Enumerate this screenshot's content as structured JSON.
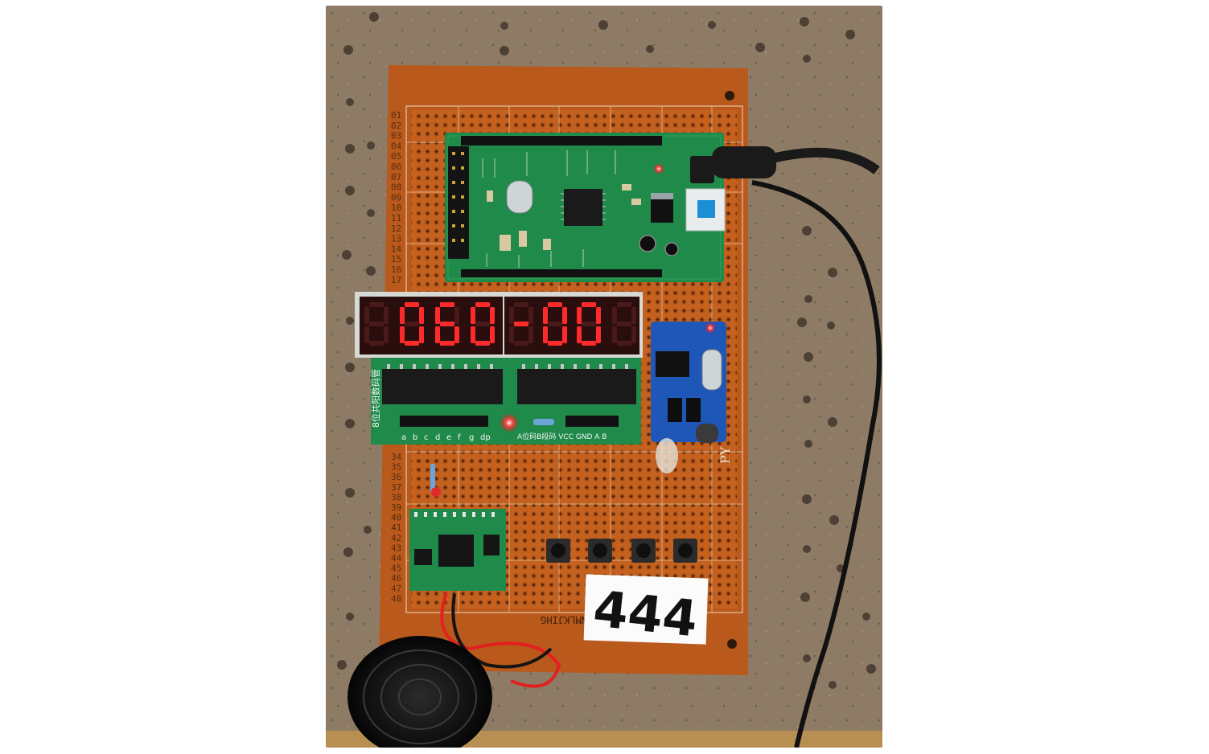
{
  "display": {
    "digits": [
      "",
      "0",
      "6",
      "0",
      "-",
      "0",
      "0",
      ""
    ],
    "on_color": "#ff2a2a",
    "off_color": "#4a1a1a"
  },
  "board": {
    "row_labels": [
      "01",
      "02",
      "03",
      "04",
      "05",
      "06",
      "07",
      "08",
      "09",
      "10",
      "11",
      "12",
      "13",
      "14",
      "15",
      "16",
      "17",
      "34",
      "35",
      "36",
      "37",
      "38",
      "39",
      "40",
      "41",
      "42",
      "43",
      "44",
      "45",
      "46",
      "47",
      "48"
    ],
    "bottom_col_labels": "DCBA  QPONMLKJIHG",
    "side_mark": "PY",
    "pin_labels": [
      "a",
      "b",
      "c",
      "d",
      "e",
      "f",
      "g",
      "dp"
    ],
    "right_pin_label": "A位码B段码 VCC GND A B",
    "display_module_label": "8位共阳数码管"
  },
  "tag": {
    "text": "444"
  },
  "colors": {
    "wall": "#8f7a63",
    "pcb": "#c8641f",
    "green_board": "#1f8a4a",
    "blue_module": "#1e57b8",
    "chip": "#1a1a1a"
  }
}
